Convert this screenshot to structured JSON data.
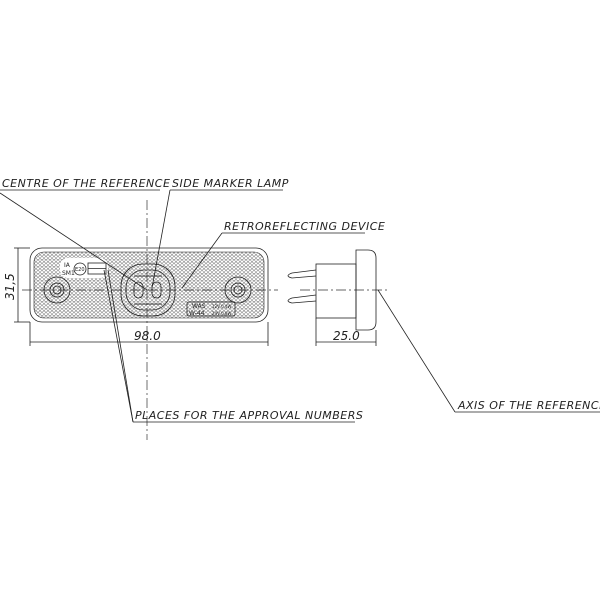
{
  "labels": {
    "centre_reference": "CENTRE OF THE REFERENCE",
    "side_marker_lamp": "SIDE MARKER LAMP",
    "retroreflecting_device": "RETROREFLECTING DEVICE",
    "approval_numbers": "PLACES FOR THE APPROVAL NUMBERS",
    "axis_reference": "AXIS OF THE REFERENCE"
  },
  "dimensions": {
    "width": "98.0",
    "height": "31,5",
    "depth": "25.0"
  },
  "markings": {
    "ia": "IA",
    "sm1": "SM1",
    "e20": "E20",
    "was": "WAS",
    "model": "W-44",
    "v12": "12V 0,4W",
    "v24": "24V 0,8W"
  }
}
